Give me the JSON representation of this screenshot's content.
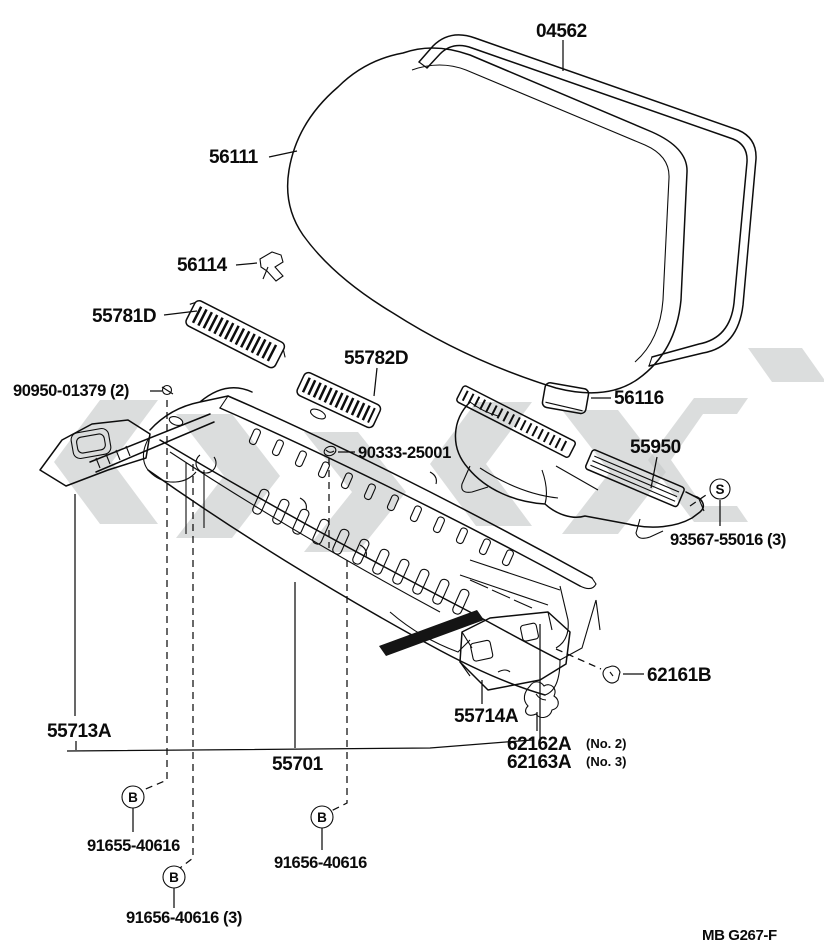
{
  "parts": {
    "windshield_molding": "04562",
    "windshield_glass": "56111",
    "glass_clip": "56114",
    "cowl_louver_lh": "55781D",
    "cowl_louver_rh": "55782D",
    "screw_front": "90950-01379 (2)",
    "clip_center": "90333-25001",
    "glass_stopper": "56116",
    "cowl_air_duct": "55950",
    "duct_screw": "93567-55016 (3)",
    "marker_s": "S",
    "grommet": "62161B",
    "cowl_bracket": "55714A",
    "plug_no2": "62162A",
    "plug_no2_note": "(No. 2)",
    "plug_no3": "62163A",
    "plug_no3_note": "(No. 3)",
    "cowl_side_panel": "55713A",
    "cowl_panel": "55701",
    "marker_b": "B",
    "bolt_1": "91655-40616",
    "bolt_2": "91656-40616",
    "bolt_3": "91656-40616 (3)"
  },
  "footer": {
    "code": "MB  G267-F"
  }
}
